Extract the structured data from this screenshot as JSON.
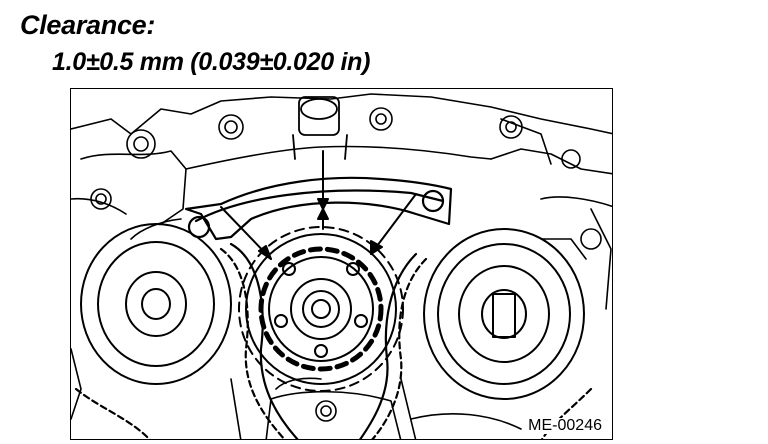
{
  "heading": "Clearance:",
  "spec": "1.0±0.5 mm (0.039±0.020 in)",
  "figure_code": "ME-00246",
  "colors": {
    "ink": "#000000",
    "paper": "#ffffff"
  }
}
